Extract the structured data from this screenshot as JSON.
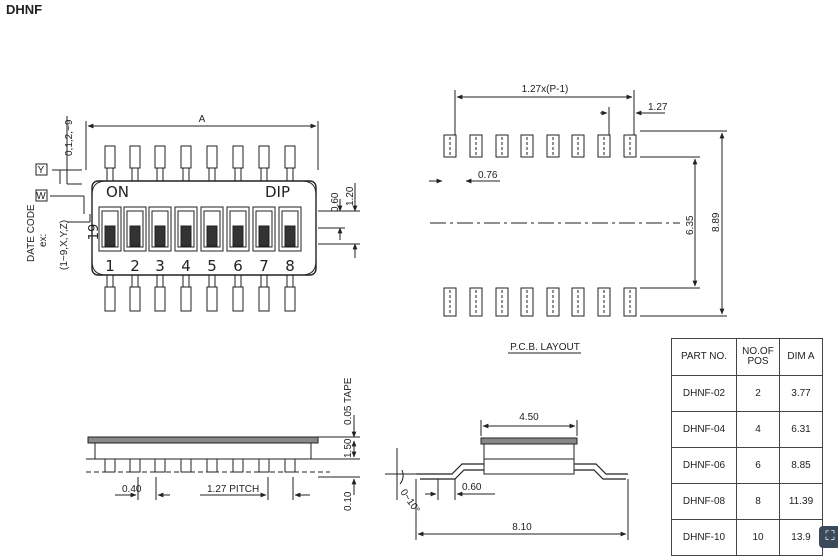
{
  "title": "DHNF",
  "top_view": {
    "dim_width": "A",
    "on_label": "ON",
    "dip_label": "DIP",
    "rotated_number": "19",
    "position_numbers": [
      "1",
      "2",
      "3",
      "4",
      "5",
      "6",
      "7",
      "8"
    ],
    "dim_060": "0.60",
    "dim_120": "1.20",
    "code_label": "0,1,2,~9",
    "y_box": "Y",
    "w_box": "W",
    "date_code_1": "DATE CODE",
    "date_code_2": "ex:",
    "date_code_3": "(1~9,X,Y,Z)"
  },
  "pcb_layout": {
    "caption": "P.C.B. LAYOUT",
    "dim_pitch_total": "1.27x(P-1)",
    "dim_pitch": "1.27",
    "dim_pad_width": "0.76",
    "dim_inner": "6.35",
    "dim_outer": "8.89"
  },
  "side_view": {
    "dim_tape": "0.05 TAPE",
    "dim_150": "1.50",
    "dim_010": "0.10",
    "dim_040": "0.40",
    "dim_pitch": "1.27 PITCH"
  },
  "end_view": {
    "dim_body": "4.50",
    "dim_foot": "0.60",
    "dim_overall": "8.10",
    "dim_angle": "0~10°"
  },
  "table": {
    "headers": [
      "PART NO.",
      "NO.OF POS",
      "DIM A"
    ],
    "header_pos_lines": [
      "NO.OF",
      "POS"
    ],
    "rows": [
      [
        "DHNF-02",
        "2",
        "3.77"
      ],
      [
        "DHNF-04",
        "4",
        "6.31"
      ],
      [
        "DHNF-06",
        "6",
        "8.85"
      ],
      [
        "DHNF-08",
        "8",
        "11.39"
      ],
      [
        "DHNF-10",
        "10",
        "13.9"
      ]
    ]
  },
  "corner_icon": "expand-icon"
}
